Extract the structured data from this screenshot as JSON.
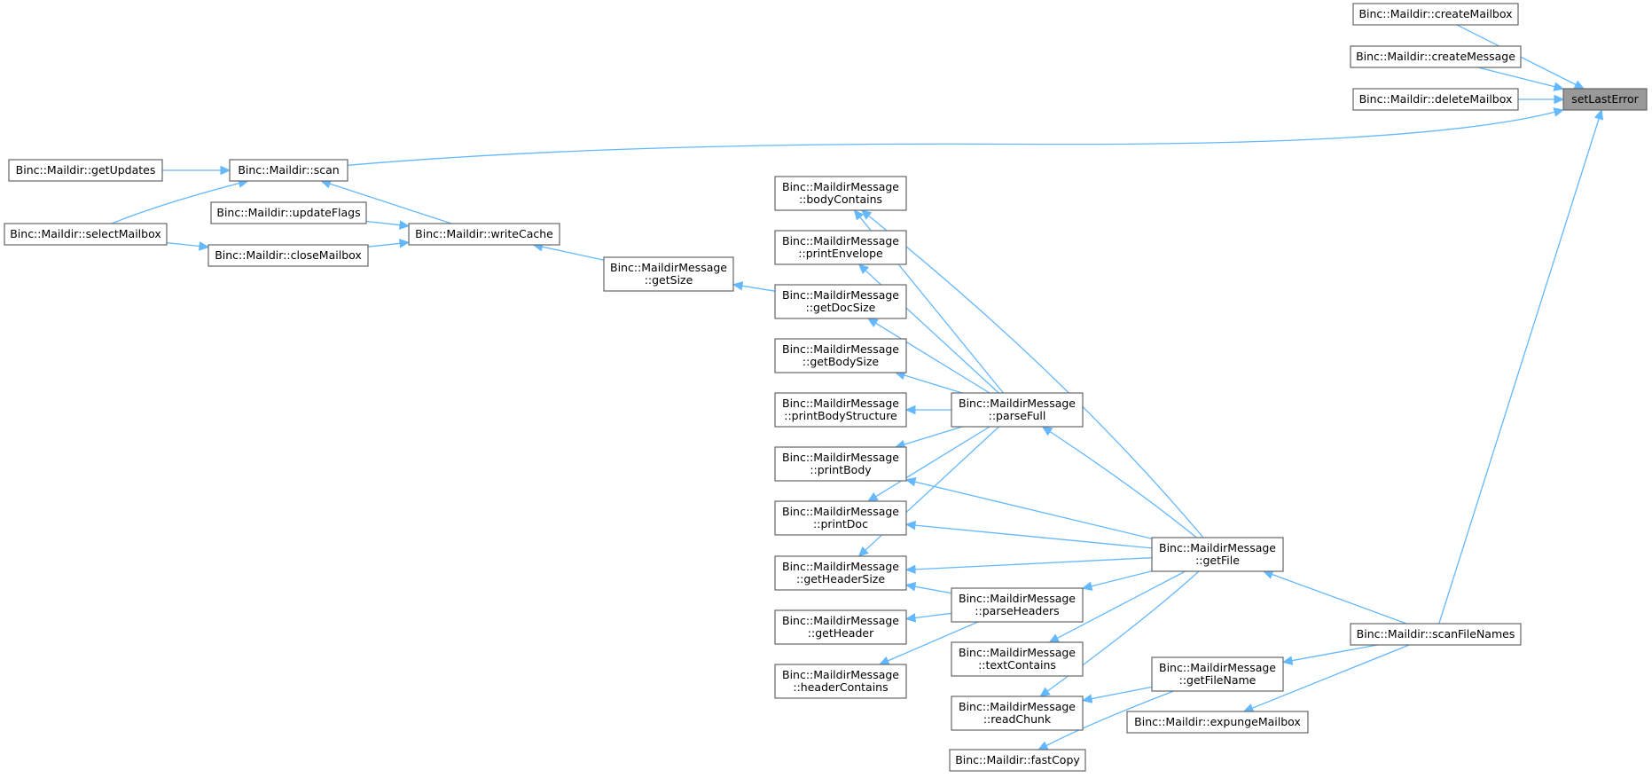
{
  "diagram": {
    "root": "setLastError",
    "nodes": [
      {
        "id": "setLastError",
        "lines": [
          "setLastError"
        ]
      },
      {
        "id": "createMailbox",
        "lines": [
          "Binc::Maildir::createMailbox"
        ]
      },
      {
        "id": "createMessage",
        "lines": [
          "Binc::Maildir::createMessage"
        ]
      },
      {
        "id": "deleteMailbox",
        "lines": [
          "Binc::Maildir::deleteMailbox"
        ]
      },
      {
        "id": "scan",
        "lines": [
          "Binc::Maildir::scan"
        ]
      },
      {
        "id": "getUpdates",
        "lines": [
          "Binc::Maildir::getUpdates"
        ]
      },
      {
        "id": "selectMailbox",
        "lines": [
          "Binc::Maildir::selectMailbox"
        ]
      },
      {
        "id": "updateFlags",
        "lines": [
          "Binc::Maildir::updateFlags"
        ]
      },
      {
        "id": "writeCache",
        "lines": [
          "Binc::Maildir::writeCache"
        ]
      },
      {
        "id": "closeMailbox",
        "lines": [
          "Binc::Maildir::closeMailbox"
        ]
      },
      {
        "id": "getSize",
        "lines": [
          "Binc::MaildirMessage",
          "::getSize"
        ]
      },
      {
        "id": "bodyContains",
        "lines": [
          "Binc::MaildirMessage",
          "::bodyContains"
        ]
      },
      {
        "id": "printEnvelope",
        "lines": [
          "Binc::MaildirMessage",
          "::printEnvelope"
        ]
      },
      {
        "id": "getDocSize",
        "lines": [
          "Binc::MaildirMessage",
          "::getDocSize"
        ]
      },
      {
        "id": "getBodySize",
        "lines": [
          "Binc::MaildirMessage",
          "::getBodySize"
        ]
      },
      {
        "id": "printBodyStructure",
        "lines": [
          "Binc::MaildirMessage",
          "::printBodyStructure"
        ]
      },
      {
        "id": "printBody",
        "lines": [
          "Binc::MaildirMessage",
          "::printBody"
        ]
      },
      {
        "id": "printDoc",
        "lines": [
          "Binc::MaildirMessage",
          "::printDoc"
        ]
      },
      {
        "id": "getHeaderSize",
        "lines": [
          "Binc::MaildirMessage",
          "::getHeaderSize"
        ]
      },
      {
        "id": "getHeader",
        "lines": [
          "Binc::MaildirMessage",
          "::getHeader"
        ]
      },
      {
        "id": "headerContains",
        "lines": [
          "Binc::MaildirMessage",
          "::headerContains"
        ]
      },
      {
        "id": "parseFull",
        "lines": [
          "Binc::MaildirMessage",
          "::parseFull"
        ]
      },
      {
        "id": "parseHeaders",
        "lines": [
          "Binc::MaildirMessage",
          "::parseHeaders"
        ]
      },
      {
        "id": "textContains",
        "lines": [
          "Binc::MaildirMessage",
          "::textContains"
        ]
      },
      {
        "id": "readChunk",
        "lines": [
          "Binc::MaildirMessage",
          "::readChunk"
        ]
      },
      {
        "id": "fastCopy",
        "lines": [
          "Binc::Maildir::fastCopy"
        ]
      },
      {
        "id": "getFile",
        "lines": [
          "Binc::MaildirMessage",
          "::getFile"
        ]
      },
      {
        "id": "getFileName",
        "lines": [
          "Binc::MaildirMessage",
          "::getFileName"
        ]
      },
      {
        "id": "expungeMailbox",
        "lines": [
          "Binc::Maildir::expungeMailbox"
        ]
      },
      {
        "id": "scanFileNames",
        "lines": [
          "Binc::Maildir::scanFileNames"
        ]
      }
    ],
    "edges": [
      {
        "from": "createMailbox",
        "to": "setLastError"
      },
      {
        "from": "createMessage",
        "to": "setLastError"
      },
      {
        "from": "deleteMailbox",
        "to": "setLastError"
      },
      {
        "from": "scan",
        "to": "setLastError"
      },
      {
        "from": "scanFileNames",
        "to": "setLastError"
      },
      {
        "from": "getUpdates",
        "to": "scan"
      },
      {
        "from": "selectMailbox",
        "to": "scan"
      },
      {
        "from": "writeCache",
        "to": "scan"
      },
      {
        "from": "updateFlags",
        "to": "writeCache"
      },
      {
        "from": "closeMailbox",
        "to": "writeCache"
      },
      {
        "from": "getSize",
        "to": "writeCache"
      },
      {
        "from": "selectMailbox",
        "to": "closeMailbox"
      },
      {
        "from": "getDocSize",
        "to": "getSize"
      },
      {
        "from": "parseFull",
        "to": "bodyContains"
      },
      {
        "from": "parseFull",
        "to": "printEnvelope"
      },
      {
        "from": "parseFull",
        "to": "getDocSize"
      },
      {
        "from": "parseFull",
        "to": "getBodySize"
      },
      {
        "from": "parseFull",
        "to": "printBodyStructure"
      },
      {
        "from": "parseFull",
        "to": "printBody"
      },
      {
        "from": "parseFull",
        "to": "printDoc"
      },
      {
        "from": "parseFull",
        "to": "getHeaderSize"
      },
      {
        "from": "parseHeaders",
        "to": "getHeaderSize"
      },
      {
        "from": "parseHeaders",
        "to": "getHeader"
      },
      {
        "from": "parseHeaders",
        "to": "headerContains"
      },
      {
        "from": "getFile",
        "to": "bodyContains"
      },
      {
        "from": "getFile",
        "to": "parseFull"
      },
      {
        "from": "getFile",
        "to": "printBody"
      },
      {
        "from": "getFile",
        "to": "printDoc"
      },
      {
        "from": "getFile",
        "to": "getHeaderSize"
      },
      {
        "from": "getFile",
        "to": "parseHeaders"
      },
      {
        "from": "getFile",
        "to": "textContains"
      },
      {
        "from": "getFile",
        "to": "readChunk"
      },
      {
        "from": "getFileName",
        "to": "readChunk"
      },
      {
        "from": "getFileName",
        "to": "fastCopy"
      },
      {
        "from": "scanFileNames",
        "to": "getFile"
      },
      {
        "from": "scanFileNames",
        "to": "getFileName"
      },
      {
        "from": "scanFileNames",
        "to": "expungeMailbox"
      }
    ],
    "colors": {
      "edge": "#63b8ff",
      "node_border": "#666666",
      "node_fill": "#ffffff",
      "root_fill": "#999999"
    }
  }
}
